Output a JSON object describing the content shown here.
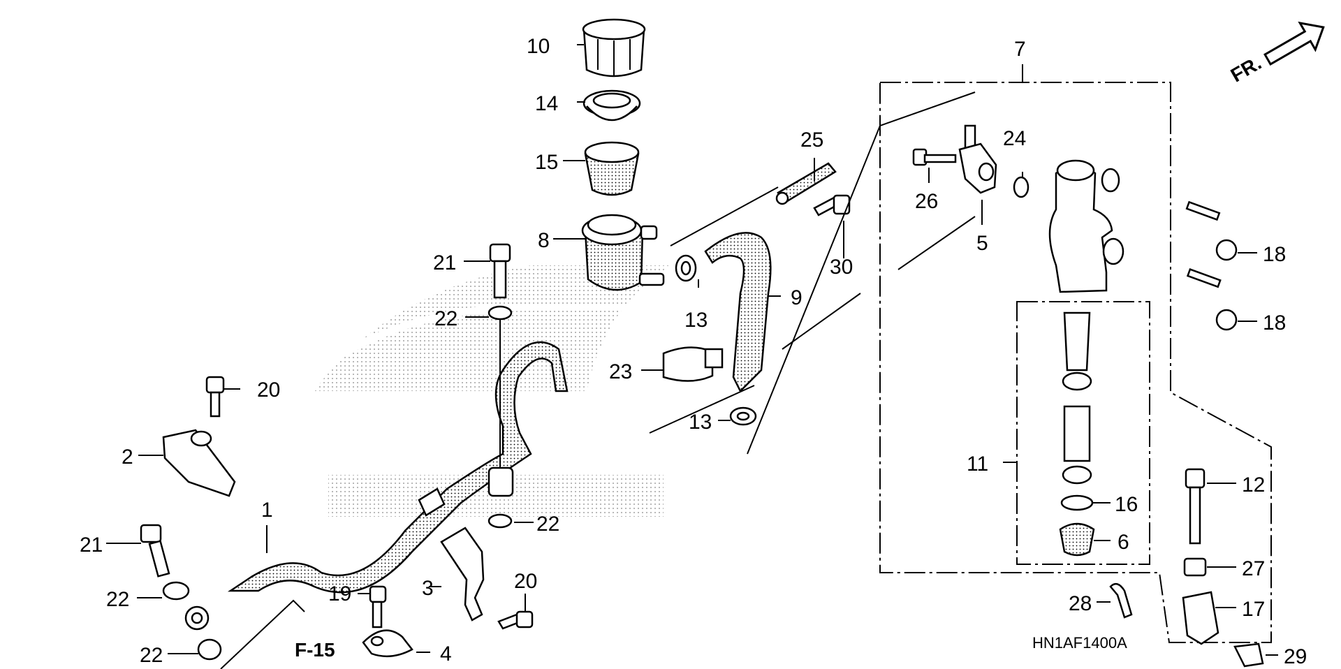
{
  "diagram": {
    "drawing_code": "HN1AF1400A",
    "reference": "F-15",
    "direction": "FR.",
    "callouts": [
      {
        "id": "c10",
        "text": "10"
      },
      {
        "id": "c14",
        "text": "14"
      },
      {
        "id": "c15",
        "text": "15"
      },
      {
        "id": "c8",
        "text": "8"
      },
      {
        "id": "c21a",
        "text": "21"
      },
      {
        "id": "c22a",
        "text": "22"
      },
      {
        "id": "c20a",
        "text": "20"
      },
      {
        "id": "c2",
        "text": "2"
      },
      {
        "id": "c1",
        "text": "1"
      },
      {
        "id": "c21b",
        "text": "21"
      },
      {
        "id": "c22b",
        "text": "22"
      },
      {
        "id": "c22c",
        "text": "22"
      },
      {
        "id": "c19",
        "text": "19"
      },
      {
        "id": "c4",
        "text": "4"
      },
      {
        "id": "c3",
        "text": "3"
      },
      {
        "id": "c20b",
        "text": "20"
      },
      {
        "id": "c22d",
        "text": "22"
      },
      {
        "id": "c25",
        "text": "25"
      },
      {
        "id": "c30",
        "text": "30"
      },
      {
        "id": "c9",
        "text": "9"
      },
      {
        "id": "c13a",
        "text": "13"
      },
      {
        "id": "c23",
        "text": "23"
      },
      {
        "id": "c13b",
        "text": "13"
      },
      {
        "id": "c7",
        "text": "7"
      },
      {
        "id": "c24",
        "text": "24"
      },
      {
        "id": "c26",
        "text": "26"
      },
      {
        "id": "c5",
        "text": "5"
      },
      {
        "id": "c18a",
        "text": "18"
      },
      {
        "id": "c18b",
        "text": "18"
      },
      {
        "id": "c11",
        "text": "11"
      },
      {
        "id": "c16",
        "text": "16"
      },
      {
        "id": "c6",
        "text": "6"
      },
      {
        "id": "c12",
        "text": "12"
      },
      {
        "id": "c27",
        "text": "27"
      },
      {
        "id": "c17",
        "text": "17"
      },
      {
        "id": "c28",
        "text": "28"
      },
      {
        "id": "c29",
        "text": "29"
      }
    ]
  }
}
